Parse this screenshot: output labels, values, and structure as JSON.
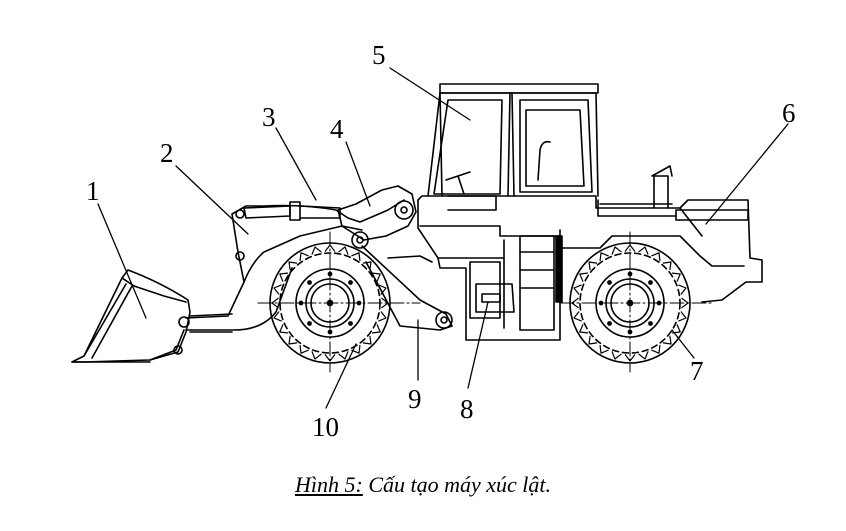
{
  "diagram": {
    "labels": {
      "l1": "1",
      "l2": "2",
      "l3": "3",
      "l4": "4",
      "l5": "5",
      "l6": "6",
      "l7": "7",
      "l8": "8",
      "l9": "9",
      "l10": "10"
    }
  },
  "caption": {
    "figure": "Hình 5:",
    "text": "Cấu tạo máy xúc lật."
  },
  "colors": {
    "line": "#000000",
    "background": "#ffffff"
  }
}
